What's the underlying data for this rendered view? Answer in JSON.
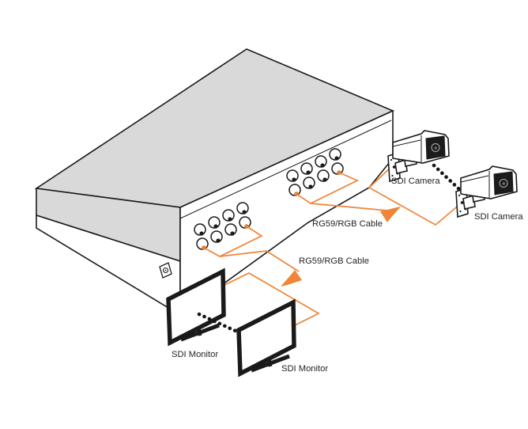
{
  "labels": {
    "cable_top": "RG59/RGB Cable",
    "cable_bottom": "RG59/RGB Cable",
    "camera_top": "SDI Camera",
    "camera_bottom": "SDI Camera",
    "monitor_left": "SDI Monitor",
    "monitor_right": "SDI Monitor"
  },
  "colors": {
    "cable_orange": "#F18437",
    "connector_orange": "#E87E25",
    "chassis_gray": "#D9D9D9",
    "line_black": "#1A1A1A",
    "label_text": "#231F20"
  }
}
